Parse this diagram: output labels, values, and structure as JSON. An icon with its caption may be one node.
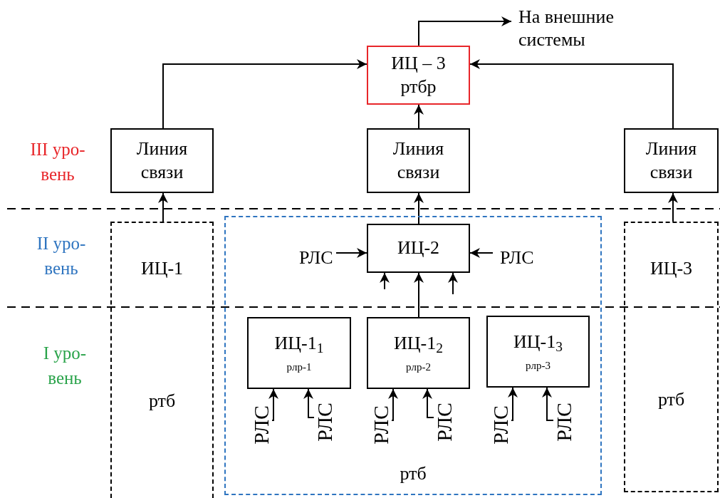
{
  "diagram": {
    "nodes": [
      {
        "text": [
          "ИЦ – 3",
          "ртбр"
        ]
      },
      {
        "text": [
          "На внешние системы"
        ]
      },
      {
        "text": [
          "Линия связи"
        ]
      },
      {
        "text": [
          "Линия связи"
        ]
      },
      {
        "text": [
          "Линия связи"
        ]
      },
      {
        "text": [
          "ИЦ-1",
          "ртб"
        ]
      },
      {
        "text": [
          "ртб"
        ]
      },
      {
        "text": [
          "ИЦ-2"
        ],
        "in": 6
      },
      {
        "text": [
          "РЛС"
        ],
        "in": 6
      },
      {
        "text": [
          "РЛС"
        ],
        "in": 6
      },
      {
        "text": [
          "ИЦ-1$_{1}$",
          "рлр-1"
        ],
        "in": 6
      },
      {
        "text": [
          "ИЦ-1$_{2}$",
          "рлр-2"
        ],
        "in": 6
      },
      {
        "text": [
          "ИЦ-1$_{3}$",
          "рлр-3"
        ],
        "in": 6
      },
      {
        "text": [
          "РЛС"
        ],
        "in": 6
      },
      {
        "text": [
          "РЛС"
        ],
        "in": 6
      },
      {
        "text": [
          "РЛС"
        ],
        "in": 6
      },
      {
        "text": [
          "РЛС"
        ],
        "in": 6
      },
      {
        "text": [
          "РЛС"
        ],
        "in": 6
      },
      {
        "text": [
          "РЛС"
        ],
        "in": 6
      },
      {
        "text": [
          "ИЦ-3",
          "ртб"
        ]
      }
    ],
    "edges": [
      {
        "from": 0,
        "to": 1,
        "arrow": "to"
      },
      {
        "from": 2,
        "to": 0,
        "arrow": "to"
      },
      {
        "from": 3,
        "to": 0,
        "arrow": "to"
      },
      {
        "from": 4,
        "to": 0,
        "arrow": "to"
      },
      {
        "from": 5,
        "to": 2,
        "arrow": "to"
      },
      {
        "from": 7,
        "to": 3,
        "arrow": "to"
      },
      {
        "from": 19,
        "to": 4,
        "arrow": "to"
      },
      {
        "from": 8,
        "to": 7,
        "arrow": "to"
      },
      {
        "from": 9,
        "to": 7,
        "arrow": "to"
      },
      {
        "from": null,
        "to": 7,
        "arrow": "to"
      },
      {
        "from": 11,
        "to": 7,
        "arrow": "to"
      },
      {
        "from": null,
        "to": 7,
        "arrow": "to"
      },
      {
        "from": 13,
        "to": 10,
        "arrow": "to"
      },
      {
        "from": 14,
        "to": 10,
        "arrow": "to"
      },
      {
        "from": 15,
        "to": 11,
        "arrow": "to"
      },
      {
        "from": 16,
        "to": 11,
        "arrow": "to"
      },
      {
        "from": 17,
        "to": 12,
        "arrow": "to"
      },
      {
        "from": 18,
        "to": 12,
        "arrow": "to"
      }
    ],
    "labels": [
      "III уро- вень",
      "II уро- вень",
      "I уро- вень"
    ]
  }
}
